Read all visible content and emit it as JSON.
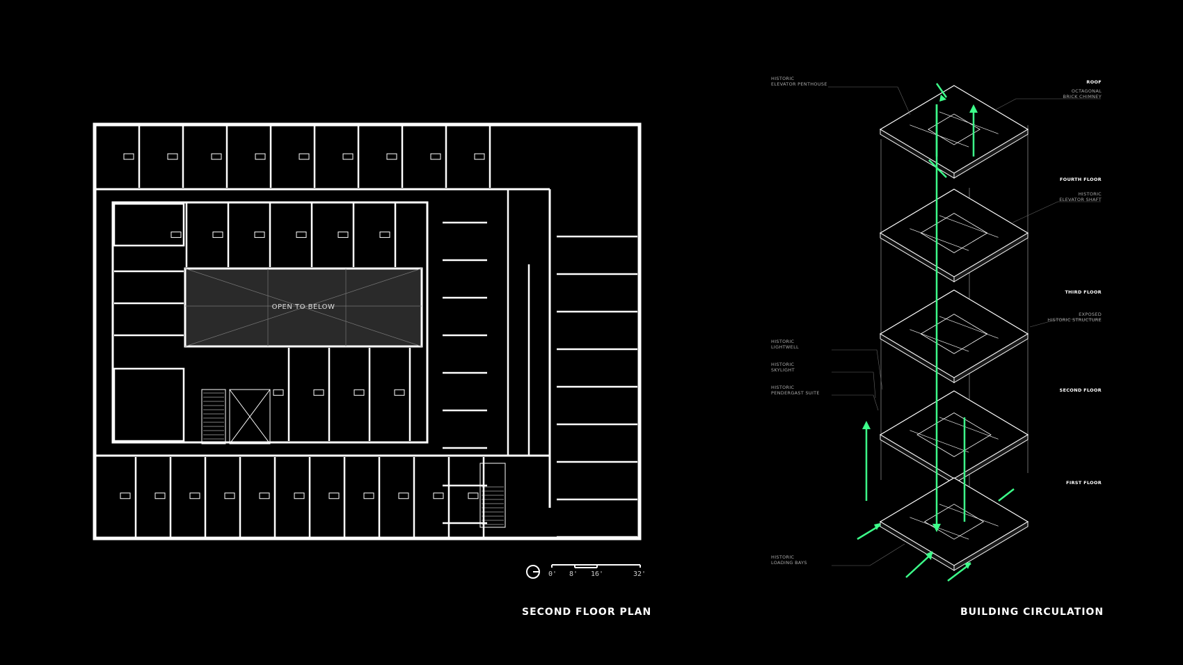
{
  "plan": {
    "title": "SECOND FLOOR PLAN",
    "center_label": "OPEN TO BELOW",
    "scale_ticks": [
      "0'",
      "8'",
      "16'",
      "32'"
    ]
  },
  "axo": {
    "title": "BUILDING CIRCULATION",
    "floors": [
      "ROOF",
      "FOURTH FLOOR",
      "THIRD FLOOR",
      "SECOND FLOOR",
      "FIRST FLOOR"
    ],
    "left_labels": [
      "HISTORIC\nELEVATOR PENTHOUSE",
      "HISTORIC\nLIGHTWELL",
      "HISTORIC\nSKYLIGHT",
      "HISTORIC\nPENDERGAST SUITE",
      "HISTORIC\nLOADING BAYS"
    ],
    "right_labels": [
      "OCTAGONAL\nBRICK CHIMNEY",
      "HISTORIC\nELEVATOR SHAFT",
      "EXPOSED\nHISTORIC STRUCTURE"
    ]
  },
  "colors": {
    "background": "#000000",
    "wall": "#ffffff",
    "circulation": "#3dff8a",
    "atrium": "#2a2a2a"
  }
}
